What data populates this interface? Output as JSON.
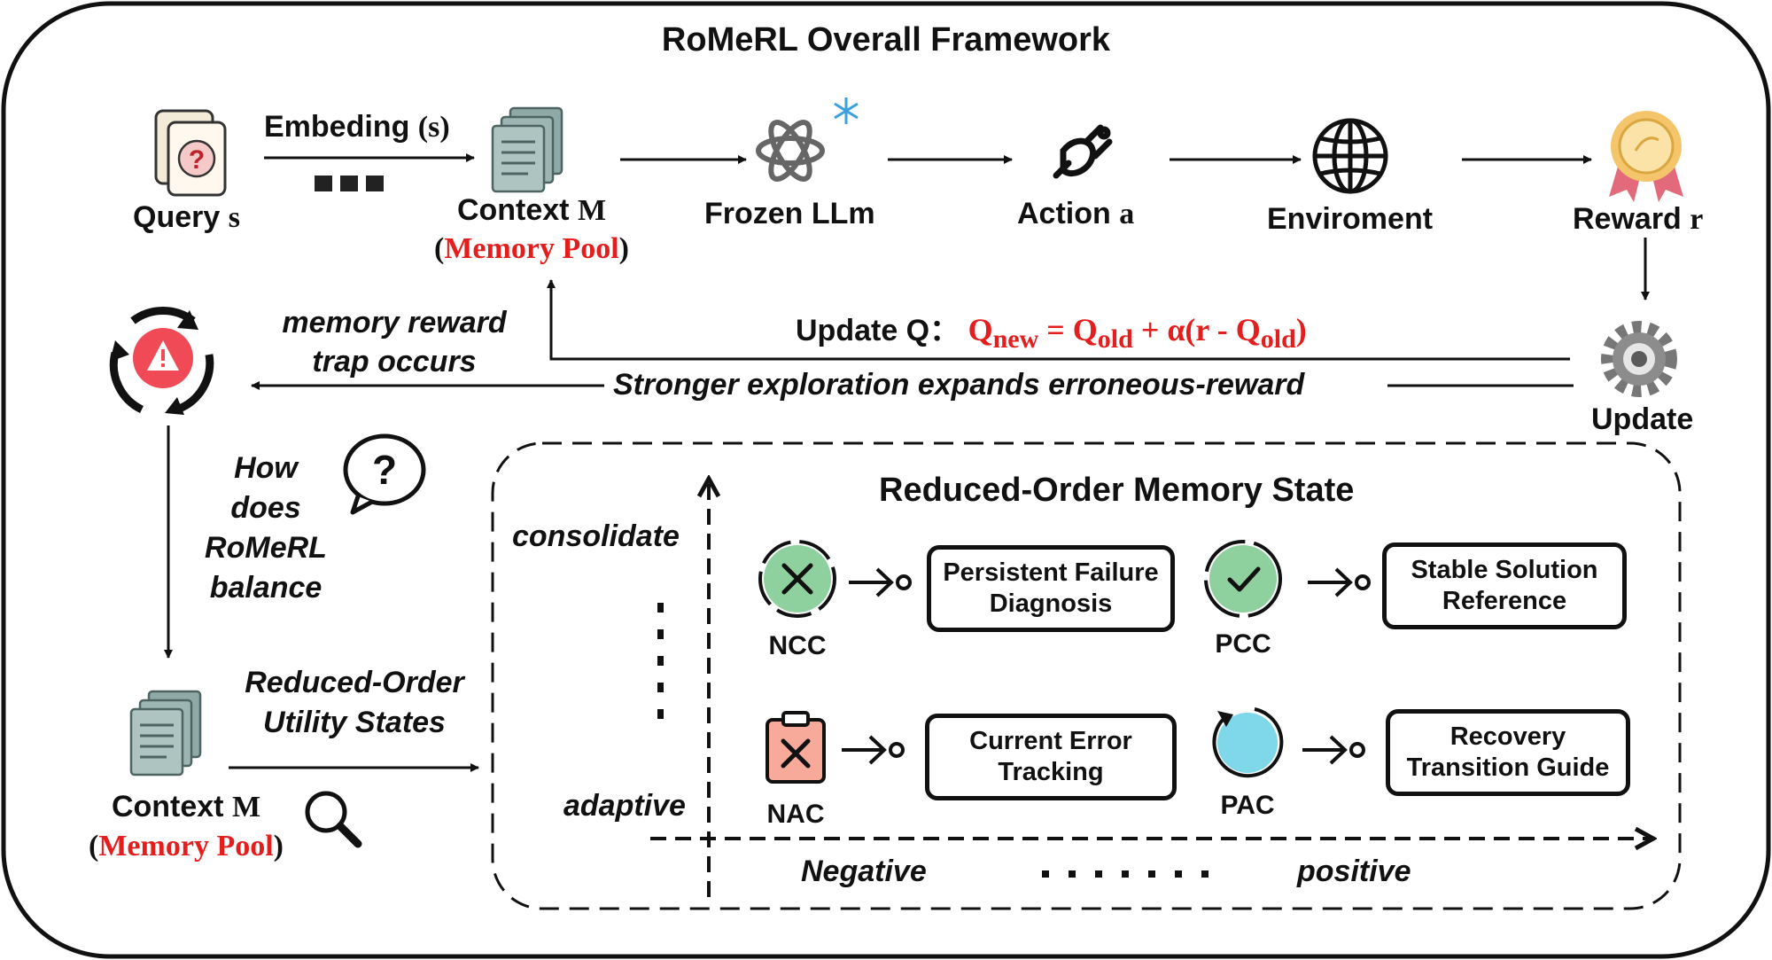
{
  "title": "RoMeRL Overall Framework",
  "top_flow": {
    "query": {
      "label": "Query",
      "var": "s"
    },
    "embedding": {
      "label": "Embeding",
      "var": "(s)"
    },
    "context": {
      "label": "Context",
      "var": "M",
      "pool": "Memory Pool"
    },
    "llm": {
      "label": "Frozen LLm"
    },
    "action": {
      "label": "Action",
      "var": "a"
    },
    "environment": {
      "label": "Enviroment"
    },
    "reward": {
      "label": "Reward",
      "var": "r"
    },
    "update": {
      "label": "Update"
    }
  },
  "update_rule": {
    "prefix": "Update Q：",
    "q": "Q",
    "new": "new",
    "eq": " = Q",
    "old": "old",
    "mid": " + α(r - Q",
    "old2": "old",
    "end": ")"
  },
  "trap": {
    "line1": "memory reward",
    "line2": "trap occurs"
  },
  "exploration_text": "Stronger exploration expands erroneous-reward",
  "question": {
    "line1": "How",
    "line2": "does",
    "line3": "RoMeRL",
    "line4": "balance"
  },
  "bottom_context": {
    "label": "Context",
    "var": "M",
    "pool": "Memory Pool"
  },
  "reduced_utility": {
    "line1": "Reduced-Order",
    "line2": "Utility States"
  },
  "panel": {
    "title": "Reduced-Order Memory State",
    "y_top": "consolidate",
    "y_bottom": "adaptive",
    "x_left": "Negative",
    "x_right": "positive",
    "items": [
      {
        "code": "NCC",
        "line1": "Persistent Failure",
        "line2": "Diagnosis"
      },
      {
        "code": "PCC",
        "line1": "Stable Solution",
        "line2": "Reference"
      },
      {
        "code": "NAC",
        "line1": "Current Error",
        "line2": "Tracking"
      },
      {
        "code": "PAC",
        "line1": "Recovery",
        "line2": "Transition Guide"
      }
    ]
  },
  "colors": {
    "accent_red": "#e41d1d",
    "green": "#8fd19e",
    "cyan": "#7fd8ea",
    "salmon": "#f7a99a",
    "gray": "#7a7a7a"
  }
}
